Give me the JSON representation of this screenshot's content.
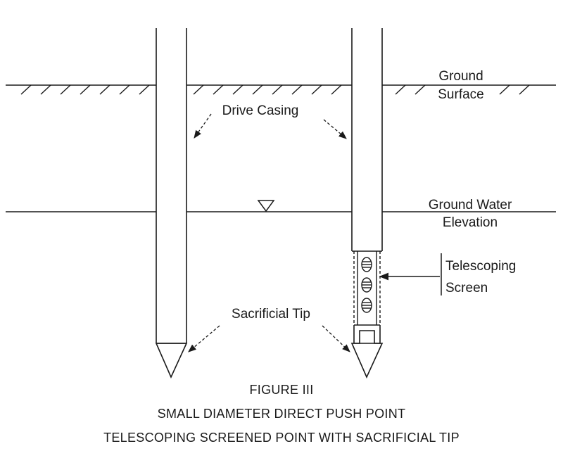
{
  "diagram": {
    "labels": {
      "ground_surface_line1": "Ground",
      "ground_surface_line2": "Surface",
      "drive_casing": "Drive Casing",
      "ground_water_line1": "Ground Water",
      "ground_water_line2": "Elevation",
      "telescoping_line1": "Telescoping",
      "telescoping_line2": "Screen",
      "sacrificial_tip": "Sacrificial Tip"
    },
    "caption": {
      "figure": "FIGURE III",
      "line1": "SMALL DIAMETER DIRECT PUSH POINT",
      "line2": "TELESCOPING SCREENED POINT WITH SACRIFICIAL TIP"
    },
    "colors": {
      "ink": "#1a1a1a",
      "background": "#ffffff"
    }
  }
}
